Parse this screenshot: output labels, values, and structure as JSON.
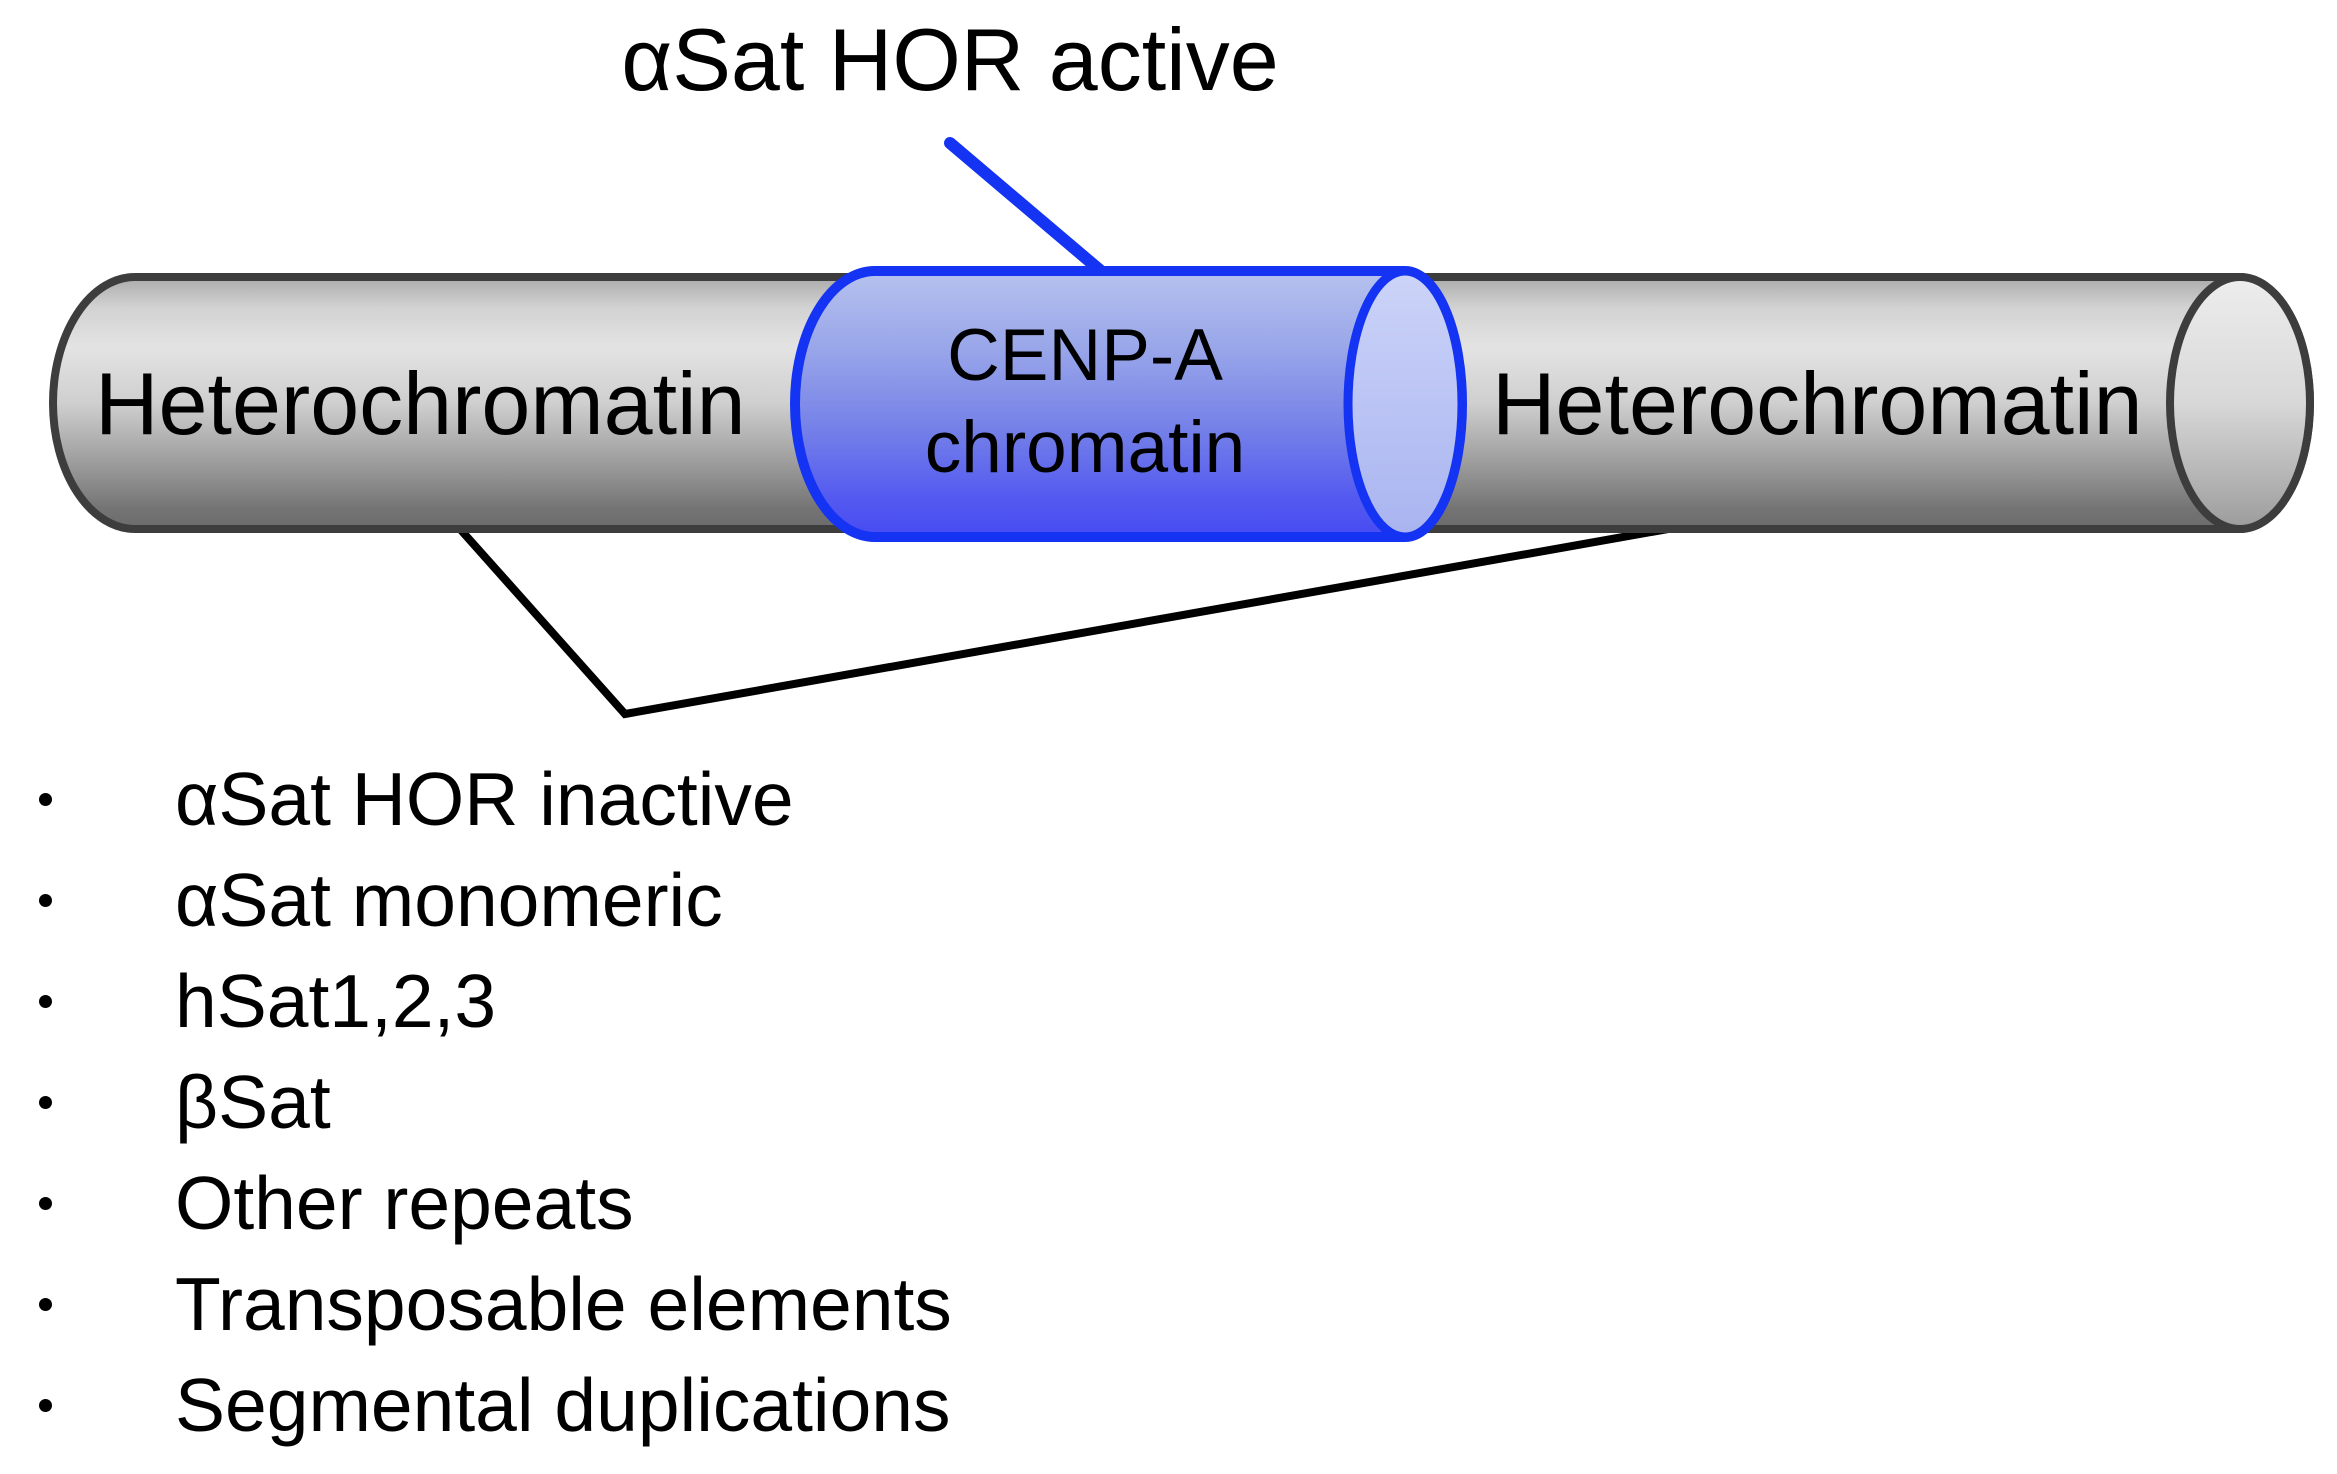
{
  "figure": {
    "title": "αSat HOR active",
    "cylinder": {
      "left_label": "Heterochromatin",
      "right_label": "Heterochromatin",
      "center_label_line1": "CENP-A",
      "center_label_line2": "chromatin"
    },
    "heterochromatin_features": [
      "αSat HOR inactive",
      "αSat monomeric",
      "hSat1,2,3",
      "βSat",
      "Other repeats",
      "Transposable elements",
      "Segmental duplications"
    ],
    "colors": {
      "accent_blue": "#1433f2",
      "blue_fill_top": "#b6c2ee",
      "blue_fill_bottom": "#474bf2",
      "blue_cap_fill": "#ccd4f8",
      "gray_stroke": "#3d3d3d",
      "gray_fill_top": "#e3e3e3",
      "gray_fill_bottom": "#6b6b6b",
      "callout_line_black": "#000000",
      "text": "#000000",
      "background": "#ffffff"
    }
  }
}
